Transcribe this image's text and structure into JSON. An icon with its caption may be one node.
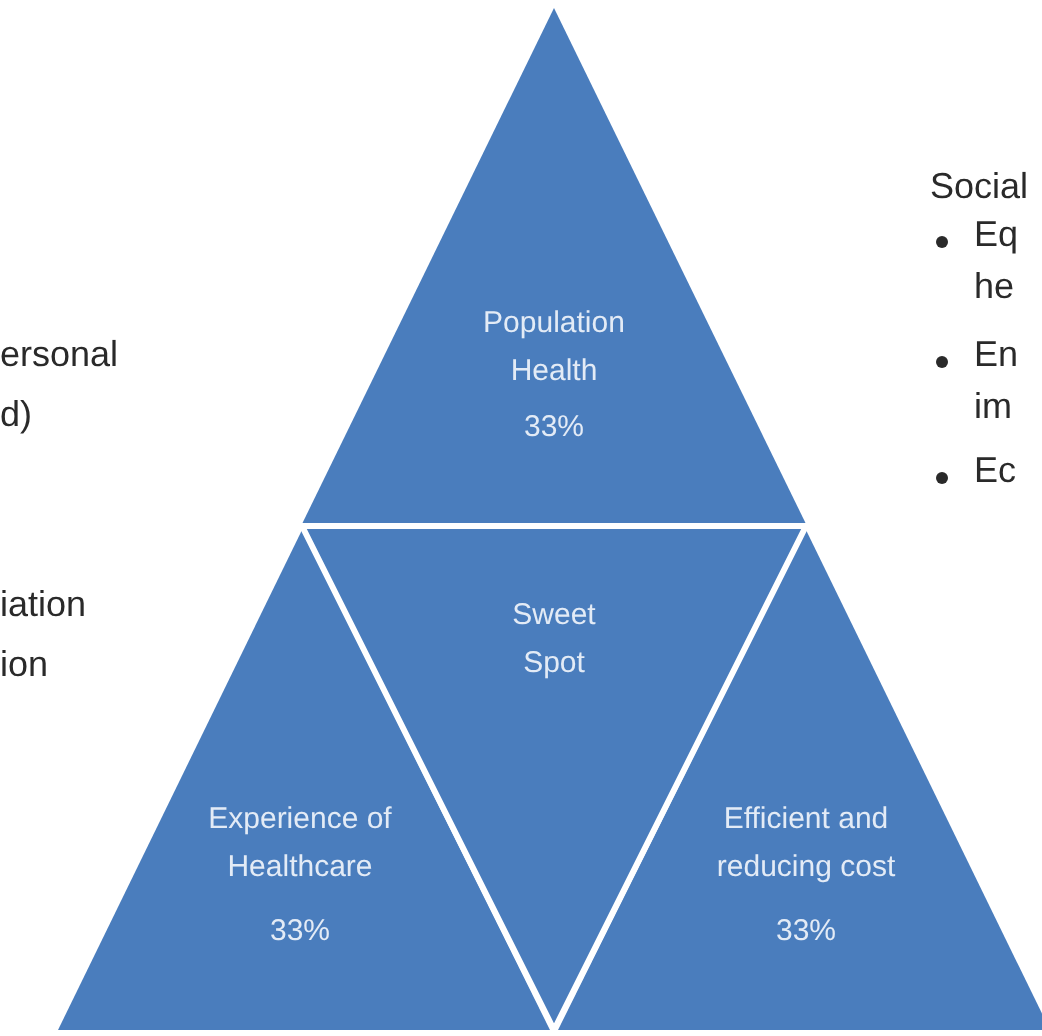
{
  "diagram": {
    "nodes": [
      {
        "text": [
          "Population Health",
          "33%"
        ]
      },
      {
        "text": [
          "Sweet Spot"
        ]
      },
      {
        "text": [
          "Experience of Healthcare",
          "33%"
        ]
      },
      {
        "text": [
          "Efficient and reducing cost",
          "33%"
        ]
      }
    ],
    "labels": [
      "ersonal d)",
      "iation ion",
      "Social",
      "Eq he",
      "En im",
      "Ec"
    ]
  }
}
